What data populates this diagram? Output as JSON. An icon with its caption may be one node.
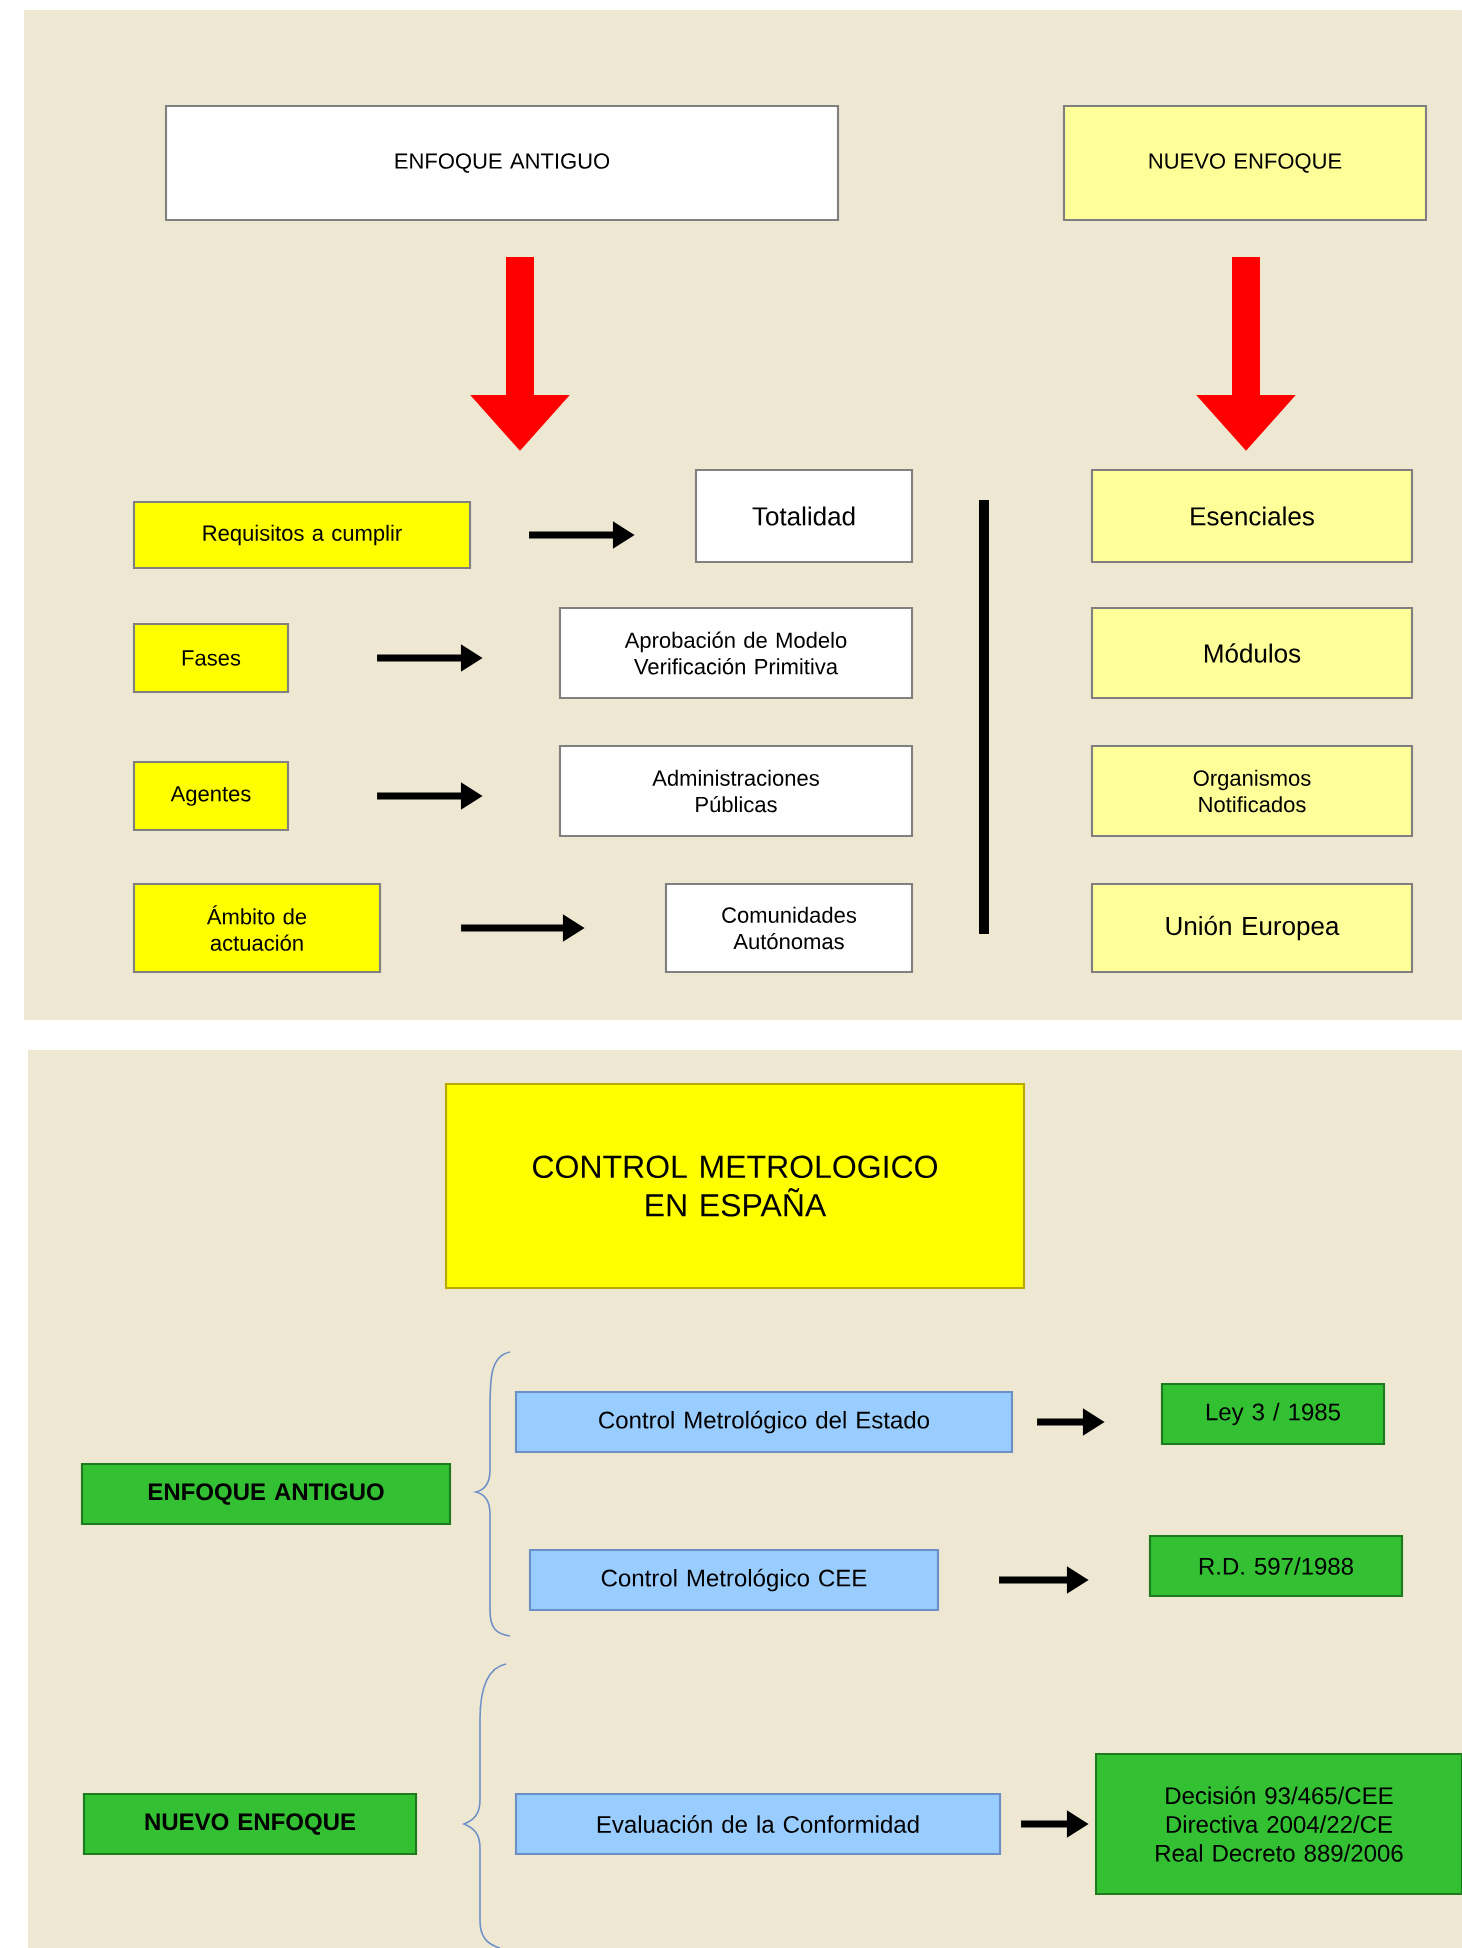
{
  "diagram": {
    "nodes": [
      {
        "text": [
          "ENFOQUE ANTIGUO"
        ]
      },
      {
        "text": [
          "NUEVO ENFOQUE"
        ]
      },
      {
        "text": [
          "Requisitos a cumplir"
        ]
      },
      {
        "text": [
          "Totalidad"
        ]
      },
      {
        "text": [
          "Fases"
        ]
      },
      {
        "text": [
          "Aprobación de Modelo Verificación Primitiva"
        ]
      },
      {
        "text": [
          "Agentes"
        ]
      },
      {
        "text": [
          "Administraciones Públicas"
        ]
      },
      {
        "text": [
          "Ámbito de actuación"
        ]
      },
      {
        "text": [
          "Comunidades Autónomas"
        ]
      },
      {
        "text": [
          "Esenciales"
        ]
      },
      {
        "text": [
          "Módulos"
        ]
      },
      {
        "text": [
          "Organismos Notificados"
        ]
      },
      {
        "text": [
          "Unión Europea"
        ]
      },
      {
        "text": [
          "CONTROL METROLOGICO EN ESPAÑA"
        ]
      },
      {
        "text": [
          "ENFOQUE ANTIGUO"
        ]
      },
      {
        "text": [
          "Control Metrológico del Estado"
        ]
      },
      {
        "text": [
          "Ley 3 / 1985"
        ]
      },
      {
        "text": [
          "Control Metrológico CEE"
        ]
      },
      {
        "text": [
          "R.D. 597/1988"
        ]
      },
      {
        "text": [
          "NUEVO ENFOQUE"
        ]
      },
      {
        "text": [
          "Evaluación de la Conformidad"
        ]
      },
      {
        "text": [
          "Decisión 93/465/CEE",
          "Directiva 2004/22/CE",
          "Real Decreto 889/2006"
        ]
      }
    ],
    "edges": [
      {
        "from": 0,
        "to": null,
        "arrow": "to",
        "style": "thick",
        "color": "#ff0000"
      },
      {
        "from": 1,
        "to": null,
        "arrow": "to",
        "style": "thick",
        "color": "#ff0000"
      },
      {
        "from": 2,
        "to": 3,
        "arrow": "to"
      },
      {
        "from": 4,
        "to": 5,
        "arrow": "to"
      },
      {
        "from": 6,
        "to": 7,
        "arrow": "to"
      },
      {
        "from": 8,
        "to": 9,
        "arrow": "to"
      },
      {
        "from": 16,
        "to": 17,
        "arrow": "to"
      },
      {
        "from": 18,
        "to": 19,
        "arrow": "to"
      },
      {
        "from": 21,
        "to": 22,
        "arrow": "to"
      }
    ]
  }
}
